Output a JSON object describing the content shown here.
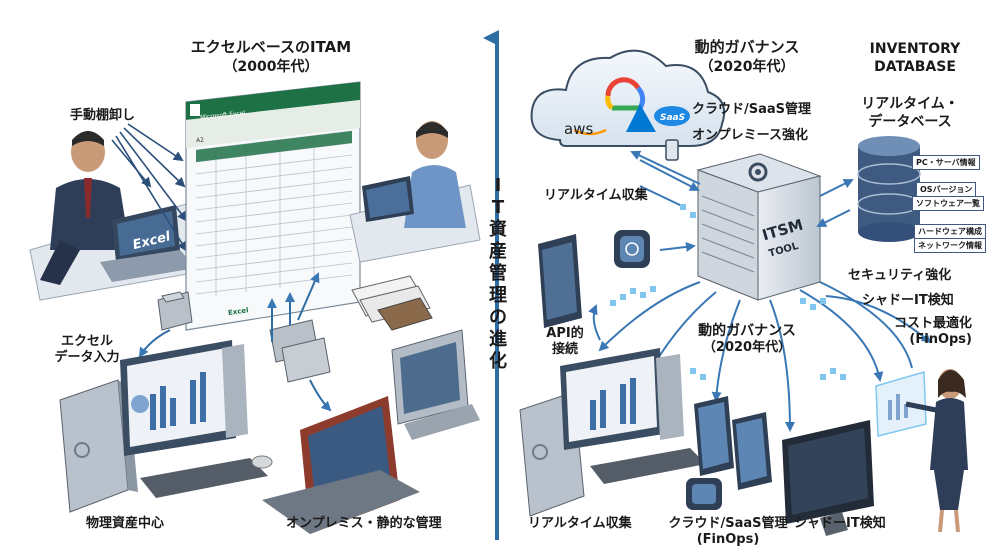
{
  "left": {
    "title_line1": "エクセルベースのITAM",
    "title_line2": "（2000年代）",
    "manual_inventory": "手動棚卸し",
    "excel_entry_line1": "エクセル",
    "excel_entry_line2": "データ入力",
    "physical_assets": "物理資産中心",
    "static_onprem": "オンプレミス・静的な管理",
    "laptop_screen_text": "Excel",
    "spreadsheet_window_title": "Microsoft Excel",
    "spreadsheet_sheet_tab": "Excel",
    "spreadsheet_cell_ref": "A2"
  },
  "center": {
    "vertical_title": [
      "I",
      "T",
      "資",
      "産",
      "管",
      "理",
      "の",
      "進",
      "化"
    ]
  },
  "right": {
    "title_line1": "動的ガバナンス",
    "title_line2": "（2020年代）",
    "db_title_line1": "INVENTORY",
    "db_title_line2": "DATABASE",
    "db_sub_line1": "リアルタイム・",
    "db_sub_line2": "データベース",
    "db_tags": [
      "PC・サーバ情報",
      "OSバージョン",
      "ソフトウェア一覧",
      "ハードウェア構成",
      "ネットワーク情報"
    ],
    "cloud_saas_mgmt": "クラウド/SaaS管理",
    "onprem_enhance": "オンプレミース強化",
    "realtime_collect_top": "リアルタイム収集",
    "itsm_line1": "ITSM",
    "itsm_line2": "TOOL",
    "security": "セキュリティ強化",
    "shadow_it": "シャドーIT検知",
    "cost_opt_line1": "コスト最適化",
    "cost_opt_line2": "(FinOps)",
    "api_line1": "API的",
    "api_line2": "接続",
    "mid_title_line1": "動的ガバナンス",
    "mid_title_line2": "（2020年代）",
    "bottom_realtime": "リアルタイム収集",
    "bottom_cloud_line1": "クラウド/SaaS管理",
    "bottom_cloud_line2": "(FinOps)",
    "bottom_shadow": "シャドーIT検知",
    "cloud_logos": [
      "aws",
      "SaaS"
    ]
  },
  "colors": {
    "accent_blue": "#2e6ca4",
    "arrow_blue": "#3a78b5",
    "desk": "#e9eef4",
    "monitor_dark": "#3b4d63",
    "screen_blue": "#3d6fa6",
    "excel_green": "#1e7145",
    "accent_light": "#7fc7ef"
  }
}
